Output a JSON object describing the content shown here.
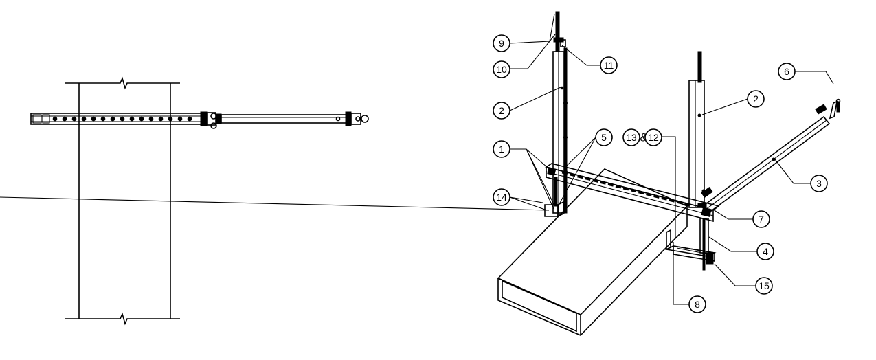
{
  "balloons": {
    "b1": "1",
    "b2a": "2",
    "b2b": "2",
    "b3": "3",
    "b4": "4",
    "b5": "5",
    "b6": "6",
    "b7": "7",
    "b8": "8",
    "b9": "9",
    "b10": "10",
    "b11": "11",
    "b12": "12",
    "b13": "13",
    "b14": "14",
    "b15": "15"
  },
  "ampersand": "&"
}
